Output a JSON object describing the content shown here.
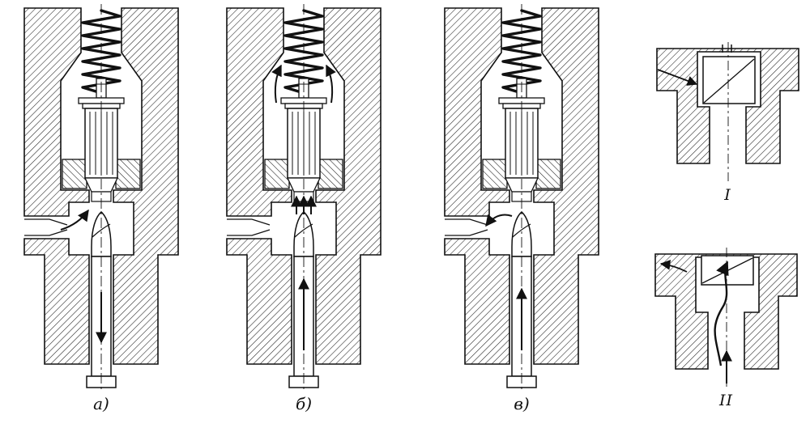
{
  "colors": {
    "ink": "#1a1a1a",
    "paper": "#ffffff",
    "hatch": "#222222"
  },
  "captions": {
    "section_a": "а)",
    "section_b": "б)",
    "section_c": "в)",
    "detail_1": "I",
    "detail_2": "II"
  }
}
